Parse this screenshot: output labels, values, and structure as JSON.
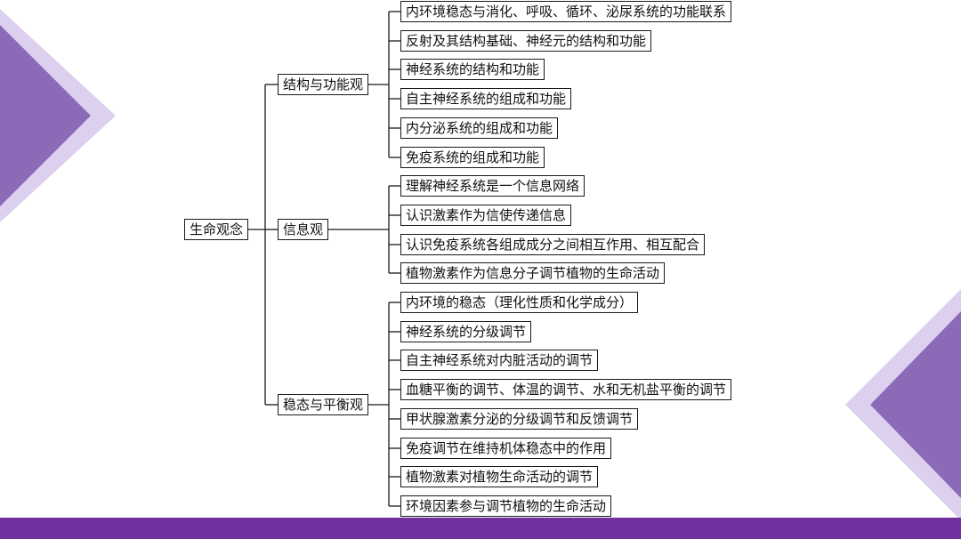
{
  "colors": {
    "bar": "#7030a0",
    "triangle_dark": "#8b6bb8",
    "triangle_light": "#ddd0ee",
    "line": "#1a1a1a"
  },
  "root": "生命观念",
  "branches": [
    {
      "label": "结构与功能观",
      "children": [
        "内环境稳态与消化、呼吸、循环、泌尿系统的功能联系",
        "反射及其结构基础、神经元的结构和功能",
        "神经系统的结构和功能",
        "自主神经系统的组成和功能",
        "内分泌系统的组成和功能",
        "免疫系统的组成和功能"
      ]
    },
    {
      "label": "信息观",
      "children": [
        "理解神经系统是一个信息网络",
        "认识激素作为信使传递信息",
        "认识免疫系统各组成成分之间相互作用、相互配合",
        "植物激素作为信息分子调节植物的生命活动"
      ]
    },
    {
      "label": "稳态与平衡观",
      "children": [
        "内环境的稳态（理化性质和化学成分）",
        "神经系统的分级调节",
        "自主神经系统对内脏活动的调节",
        "血糖平衡的调节、体温的调节、水和无机盐平衡的调节",
        "甲状腺激素分泌的分级调节和反馈调节",
        "免疫调节在维持机体稳态中的作用",
        "植物激素对植物生命活动的调节",
        "环境因素参与调节植物的生命活动"
      ]
    }
  ]
}
